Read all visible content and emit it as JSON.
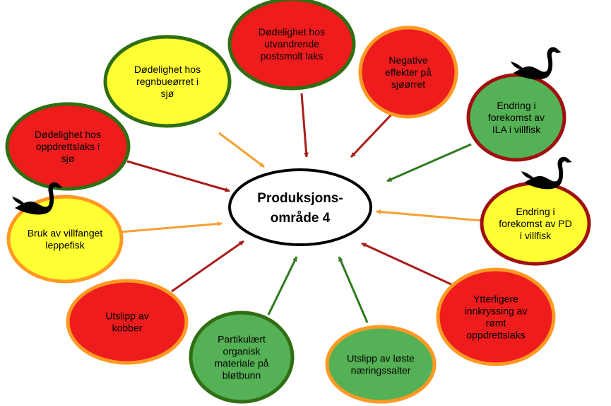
{
  "colors": {
    "red": "#ee1c1c",
    "yellow": "#ffff33",
    "green": "#55b155",
    "ring_green": "#2f6e12",
    "ring_orange": "#ff9922",
    "ring_darkred": "#a01010",
    "arrow_red": "#aa1c1c",
    "arrow_orange": "#f7a033",
    "arrow_green": "#2f7a1f"
  },
  "center": {
    "lines": [
      "Produksjons-",
      "område 4"
    ]
  },
  "nodes": [
    {
      "id": "rainbow-trout",
      "lines": [
        "Dødelighet hos",
        "regnbueørret i",
        "sjø"
      ],
      "fill": "yellow",
      "ring": "ring_green",
      "arrow": "arrow_orange",
      "swan": false
    },
    {
      "id": "postsmolt",
      "lines": [
        "Dødelighet hos",
        "utvandrende",
        "postsmolt laks"
      ],
      "fill": "red",
      "ring": "ring_green",
      "arrow": "arrow_red",
      "swan": false
    },
    {
      "id": "sea-trout",
      "lines": [
        "Negative",
        "effekter på",
        "sjøørret"
      ],
      "fill": "red",
      "ring": "ring_orange",
      "arrow": "arrow_red",
      "swan": false
    },
    {
      "id": "ila",
      "lines": [
        "Endring i",
        "forekomst av",
        "ILA i villfisk"
      ],
      "fill": "green",
      "ring": "ring_darkred",
      "arrow": "arrow_green",
      "swan": true
    },
    {
      "id": "farmed-salmon",
      "lines": [
        "Dødelighet hos",
        "oppdrettslaks i",
        "sjø"
      ],
      "fill": "red",
      "ring": "ring_green",
      "arrow": "arrow_red",
      "swan": false
    },
    {
      "id": "pd",
      "lines": [
        "Endring i",
        "forekomst av PD",
        "i villfisk"
      ],
      "fill": "yellow",
      "ring": "ring_darkred",
      "arrow": "arrow_orange",
      "swan": true
    },
    {
      "id": "wrasse",
      "lines": [
        "Bruk av villfanget",
        "leppefisk"
      ],
      "fill": "yellow",
      "ring": "ring_orange",
      "arrow": "arrow_orange",
      "swan": true
    },
    {
      "id": "interbreeding",
      "lines": [
        "Ytterligere",
        "innkryssing av",
        "rømt",
        "oppdrettslaks"
      ],
      "fill": "red",
      "ring": "ring_orange",
      "arrow": "arrow_red",
      "swan": false
    },
    {
      "id": "copper",
      "lines": [
        "Utslipp av",
        "kobber"
      ],
      "fill": "red",
      "ring": "ring_orange",
      "arrow": "arrow_red",
      "swan": false
    },
    {
      "id": "organic",
      "lines": [
        "Partikulært",
        "organisk",
        "materiale på",
        "bløtbunn"
      ],
      "fill": "green",
      "ring": "ring_green",
      "arrow": "arrow_green",
      "swan": false
    },
    {
      "id": "nutrients",
      "lines": [
        "Utslipp av løste",
        "næringssalter"
      ],
      "fill": "green",
      "ring": "ring_orange",
      "arrow": "arrow_green",
      "swan": false
    }
  ]
}
